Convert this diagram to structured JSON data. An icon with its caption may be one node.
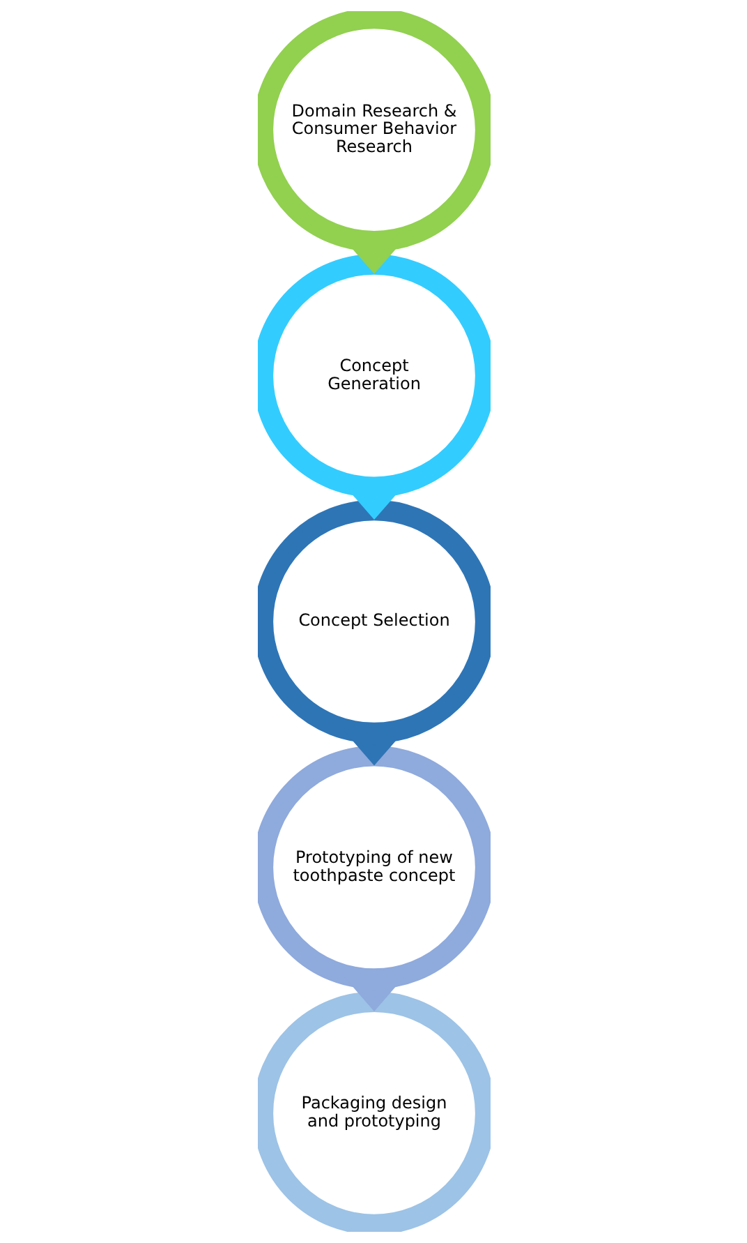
{
  "diagram": {
    "nodes": [
      {
        "text": [
          "Domain Research & Consumer Behavior Research"
        ]
      },
      {
        "text": [
          "Concept Generation"
        ]
      },
      {
        "text": [
          "Concept Selection"
        ]
      },
      {
        "text": [
          "Prototyping of new toothpaste concept"
        ]
      },
      {
        "text": [
          "Packaging design and prototyping"
        ]
      }
    ],
    "edges": [
      {
        "from": 0,
        "to": 1,
        "arrow": "to",
        "color": "#92d050"
      },
      {
        "from": 1,
        "to": 2,
        "arrow": "to",
        "color": "#33ccff"
      },
      {
        "from": 2,
        "to": 3,
        "arrow": "to",
        "color": "#2e75b6"
      },
      {
        "from": 3,
        "to": 4,
        "arrow": "to",
        "color": "#8faadc"
      }
    ]
  }
}
